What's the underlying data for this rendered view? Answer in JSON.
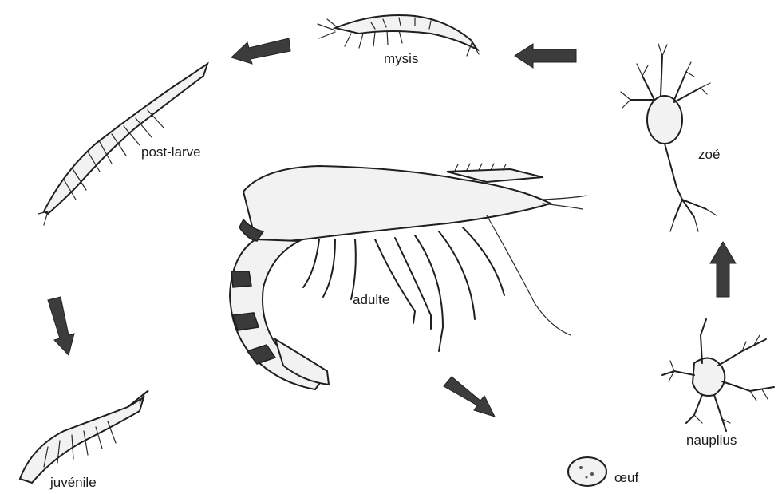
{
  "stages": {
    "mysis": "mysis",
    "zoe": "zoé",
    "post_larve": "post-larve",
    "adulte": "adulte",
    "juvenile": "juvénile",
    "nauplius": "nauplius",
    "oeuf": "œuf"
  },
  "colors": {
    "ink": "#1f1f1f",
    "arrow": "#3c3c3c",
    "background": "#ffffff"
  }
}
